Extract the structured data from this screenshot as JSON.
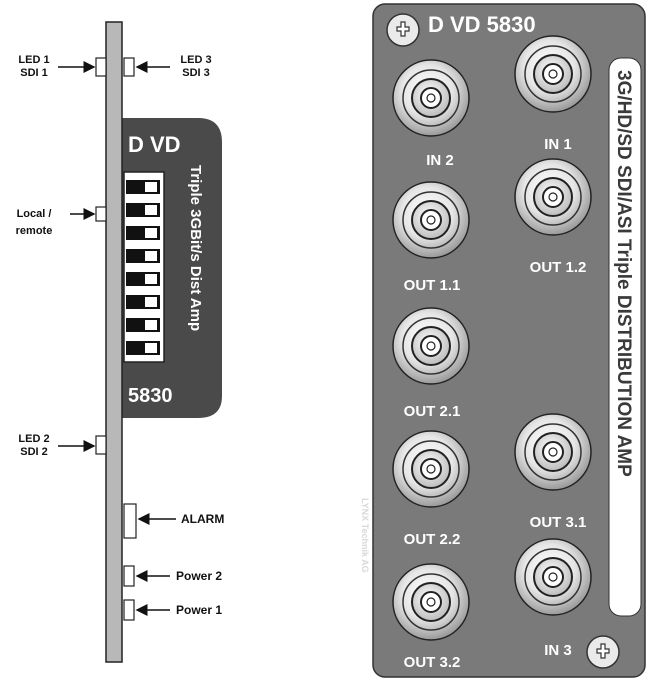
{
  "side_view": {
    "led1": {
      "line1": "LED 1",
      "line2": "SDI 1"
    },
    "led3": {
      "line1": "LED  3",
      "line2": "SDI 3"
    },
    "local_remote": {
      "line1": "Local /",
      "line2": "remote"
    },
    "led2": {
      "line1": "LED 2",
      "line2": "SDI 2"
    },
    "alarm": "ALARM",
    "power2": "Power 2",
    "power1": "Power 1",
    "module_label": {
      "title": "D VD",
      "vertical_text": "Triple 3GBit/s Dist Amp",
      "model": "5830"
    }
  },
  "front_panel": {
    "title": "D VD 5830",
    "vertical_text": "3G/HD/SD SDI/ASI Triple DISTRIBUTION AMP",
    "manufacturer": "LYNX Technik AG",
    "connectors": [
      {
        "id": "in2",
        "label": "IN 2"
      },
      {
        "id": "in1",
        "label": "IN 1"
      },
      {
        "id": "out11",
        "label": "OUT 1.1"
      },
      {
        "id": "out12",
        "label": "OUT 1.2"
      },
      {
        "id": "out21",
        "label": "OUT 2.1"
      },
      {
        "id": "out22",
        "label": "OUT 2.2"
      },
      {
        "id": "out31",
        "label": "OUT 3.1"
      },
      {
        "id": "out32",
        "label": "OUT 3.2"
      },
      {
        "id": "in3",
        "label": "IN 3"
      }
    ]
  },
  "colors": {
    "panel": "#7a7a7a",
    "panel_dark": "#444444",
    "board": "#b8b8b8",
    "label_bg": "#4a4a4a"
  }
}
